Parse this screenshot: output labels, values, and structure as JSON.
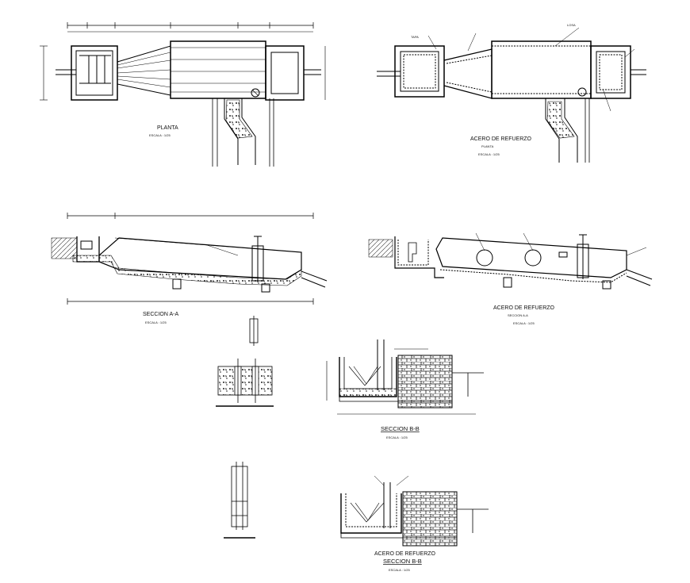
{
  "drawings": {
    "planta": {
      "title": "PLANTA",
      "scale": "ESCALA : 1/25"
    },
    "acero_planta": {
      "title": "ACERO DE REFUERZO",
      "subtitle": "PLANTA",
      "scale": "ESCALA : 1/25"
    },
    "seccion_aa": {
      "title": "SECCION A-A",
      "scale": "ESCALA : 1/25"
    },
    "acero_seccion_aa": {
      "title": "ACERO DE REFUERZO",
      "subtitle": "SECCION A-A",
      "scale": "ESCALA : 1/25"
    },
    "seccion_bb": {
      "title": "SECCION B-B",
      "scale": "ESCALA : 1/25"
    },
    "acero_seccion_bb": {
      "title": "ACERO DE REFUERZO",
      "subtitle": "SECCION B-B",
      "scale": "ESCALA : 1/25"
    }
  },
  "callouts": {
    "tapa": "TAPA",
    "losa": "LOSA"
  },
  "colors": {
    "line": "#000000",
    "background": "#ffffff",
    "hatch": "#333333"
  }
}
